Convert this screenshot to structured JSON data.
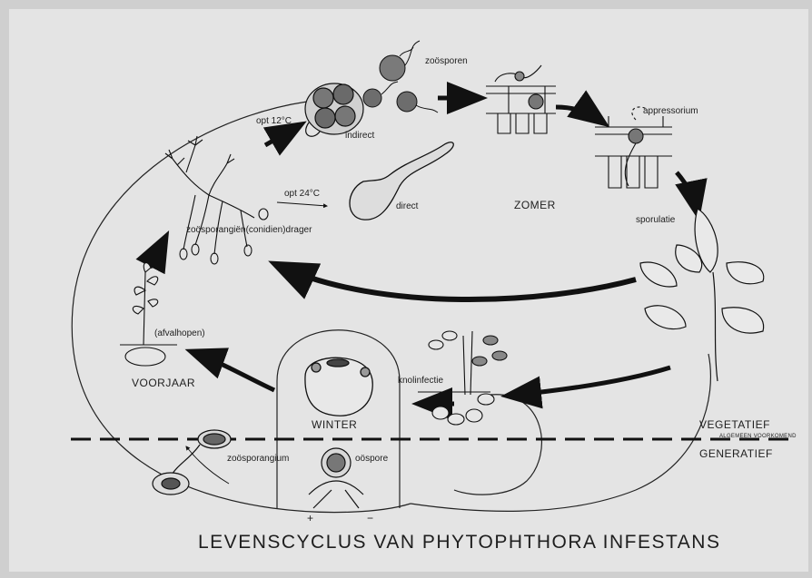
{
  "title": "LEVENSCYCLUS VAN PHYTOPHTHORA INFESTANS",
  "labels": {
    "zoosporen": "zoösporen",
    "opt12": "opt 12°C",
    "indirect": "indirect",
    "opt24": "opt 24°C",
    "direct": "direct",
    "appressorium": "appressorium",
    "zomer": "ZOMER",
    "sporulatie": "sporulatie",
    "drager": "zoösporangiën(conidien)drager",
    "afvalhopen": "(afvalhopen)",
    "voorjaar": "VOORJAAR",
    "knolinfectie": "knolinfectie",
    "winter": "WINTER",
    "vegetatief": "VEGETATIEF",
    "algemeen": "ALGEMEEN VOORKOMEND",
    "generatief": "GENERATIEF",
    "zoosporangium": "zoösporangium",
    "oospore": "oöspore",
    "plus": "+",
    "minus": "−"
  }
}
